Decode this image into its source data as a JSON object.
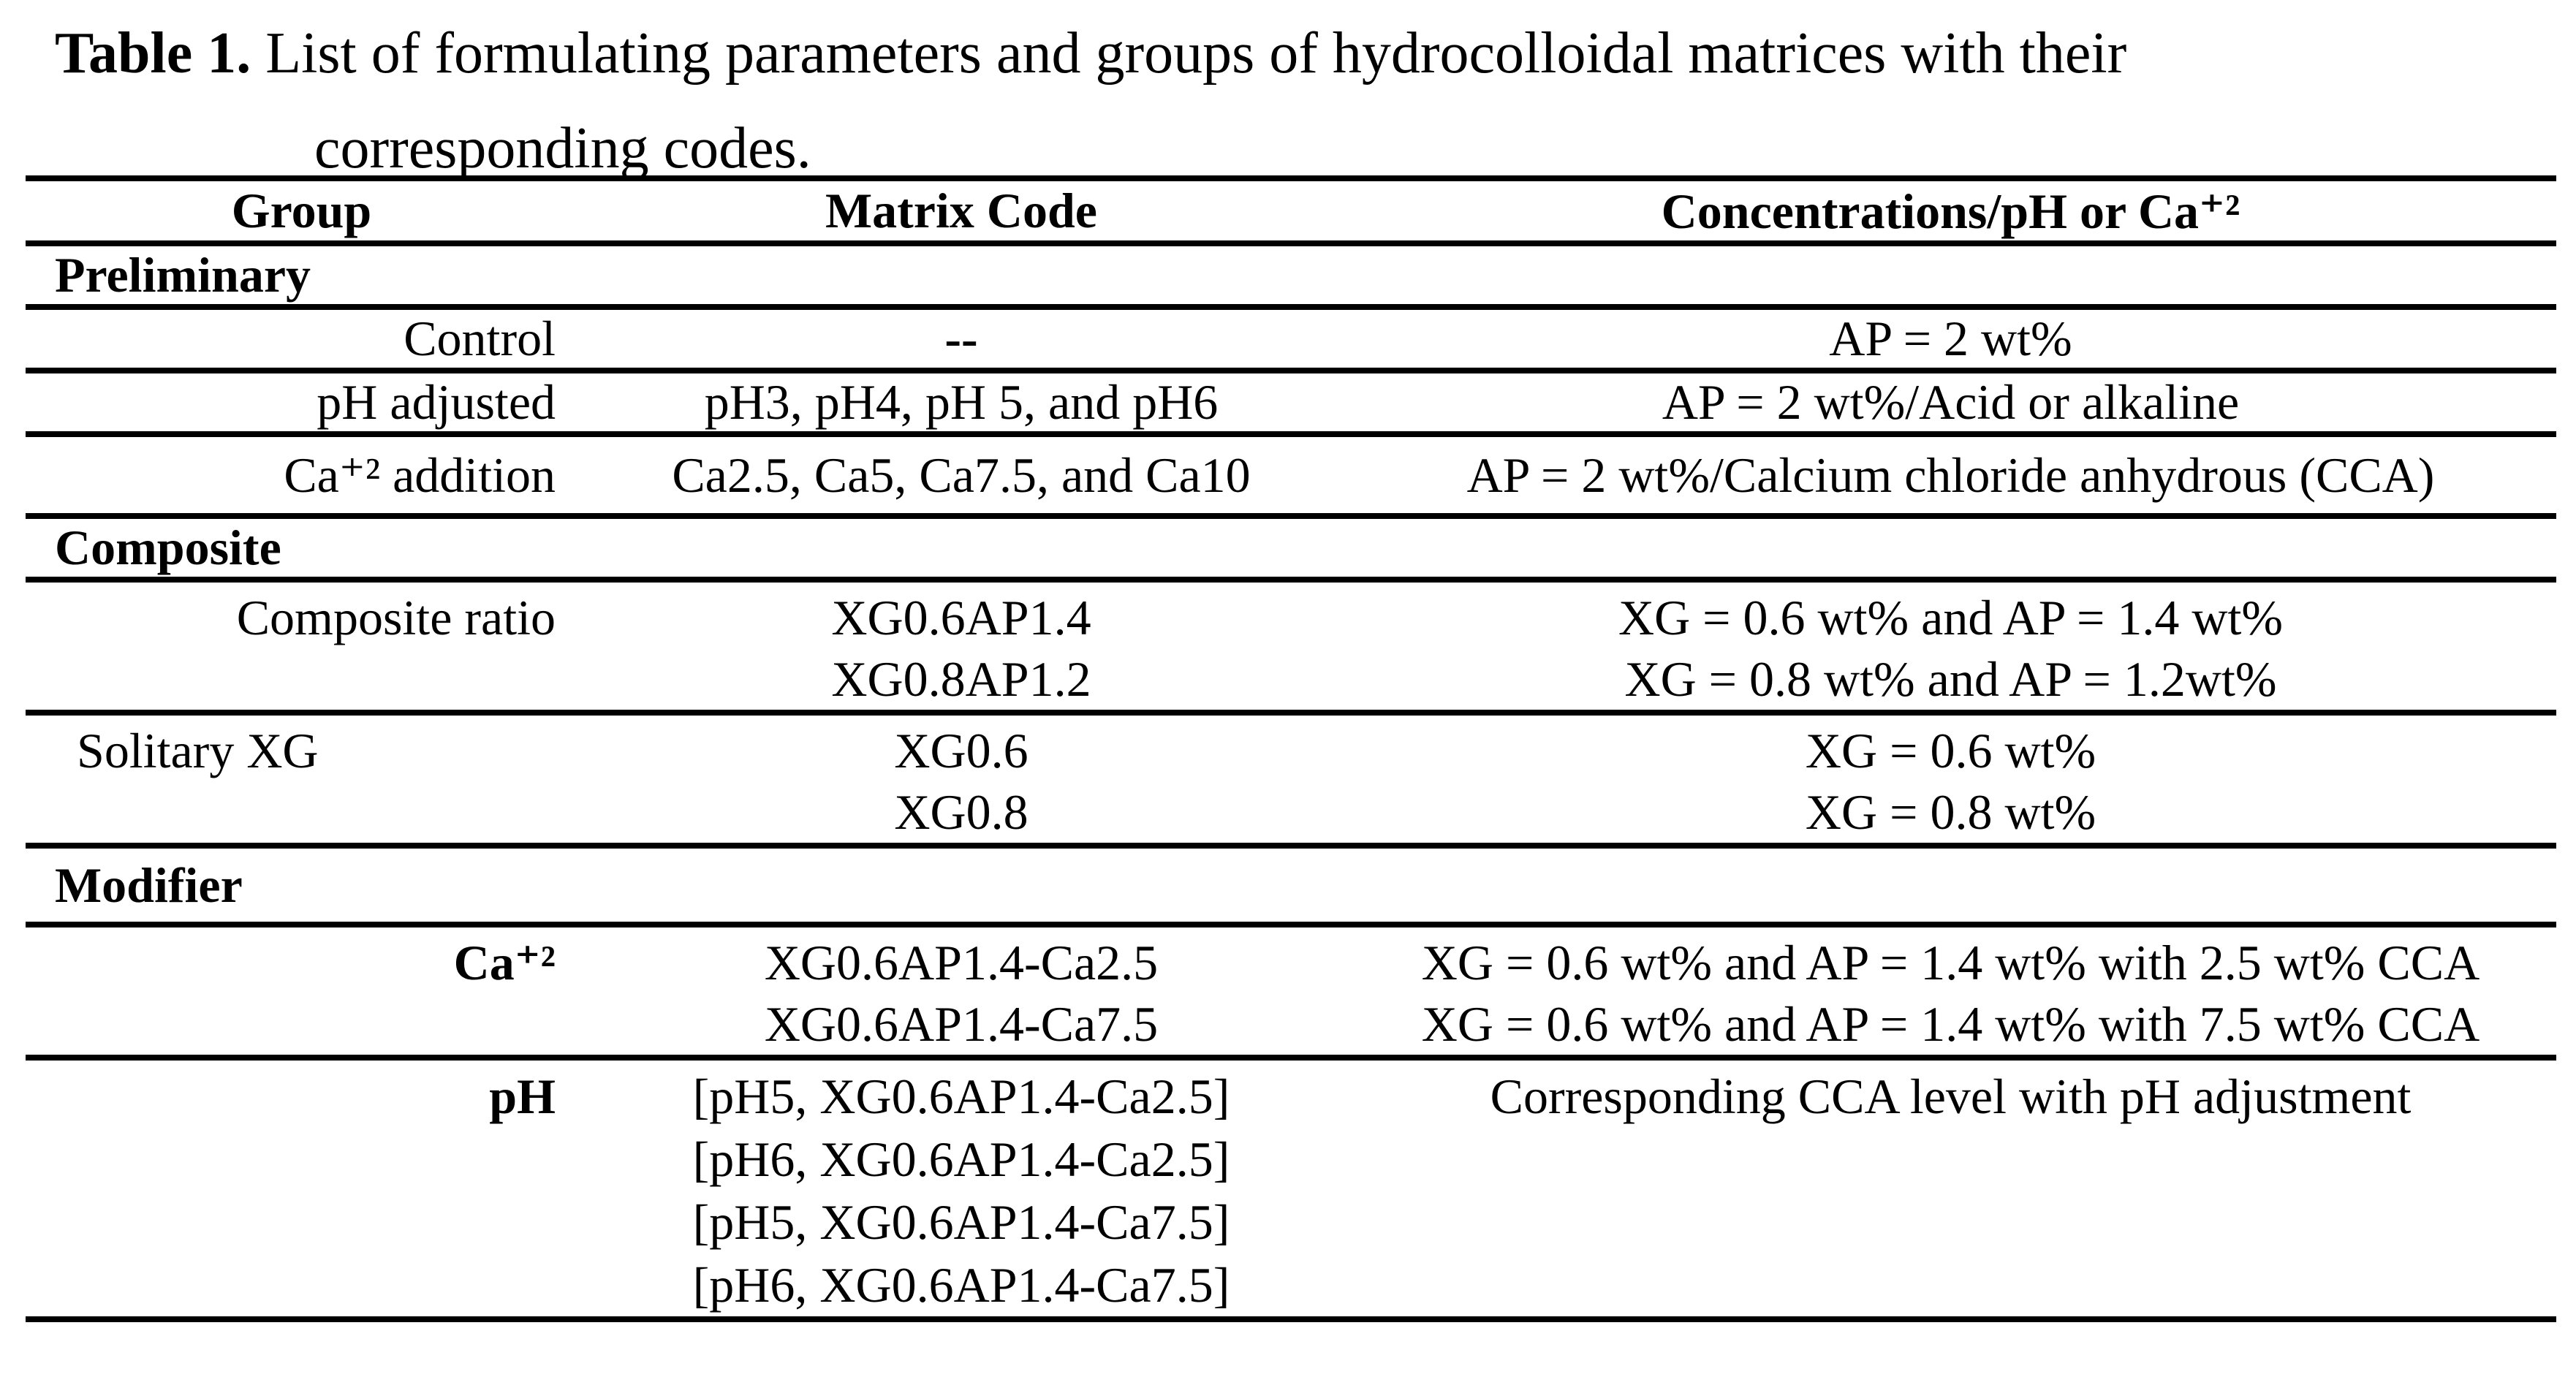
{
  "caption": {
    "label": "Table 1.",
    "line1": "List of formulating parameters and groups of hydrocolloidal matrices with their",
    "line2": "corresponding codes."
  },
  "table": {
    "columns": [
      "Group",
      "Matrix Code",
      "Concentrations/pH or Ca⁺²"
    ],
    "sections": [
      {
        "name": "Preliminary",
        "rows": [
          {
            "group": "Control",
            "codes": [
              "--"
            ],
            "conc": [
              "AP = 2 wt%"
            ]
          },
          {
            "group": "pH adjusted",
            "codes": [
              "pH3, pH4, pH 5, and pH6"
            ],
            "conc": [
              "AP = 2 wt%/Acid or alkaline"
            ]
          },
          {
            "group": "Ca⁺² addition",
            "codes": [
              "Ca2.5, Ca5, Ca7.5, and Ca10"
            ],
            "conc": [
              "AP = 2 wt%/Calcium chloride anhydrous (CCA)"
            ]
          }
        ]
      },
      {
        "name": "Composite",
        "rows": [
          {
            "group": "Composite ratio",
            "codes": [
              "XG0.6AP1.4",
              "XG0.8AP1.2"
            ],
            "conc": [
              "XG = 0.6 wt% and AP = 1.4 wt%",
              "XG = 0.8 wt% and AP = 1.2wt%"
            ]
          },
          {
            "group": "Solitary XG",
            "codes": [
              "XG0.6",
              "XG0.8"
            ],
            "conc": [
              "XG = 0.6 wt%",
              "XG = 0.8 wt%"
            ]
          }
        ]
      },
      {
        "name": "Modifier",
        "rows": [
          {
            "group": "Ca⁺²",
            "codes": [
              "XG0.6AP1.4-Ca2.5",
              "XG0.6AP1.4-Ca7.5"
            ],
            "conc": [
              "XG = 0.6 wt% and AP = 1.4 wt% with 2.5 wt% CCA",
              "XG = 0.6 wt% and AP = 1.4 wt% with 7.5 wt% CCA"
            ]
          },
          {
            "group": "pH",
            "codes": [
              "[pH5, XG0.6AP1.4-Ca2.5]",
              "[pH6, XG0.6AP1.4-Ca2.5]",
              "[pH5, XG0.6AP1.4-Ca7.5]",
              "[pH6, XG0.6AP1.4-Ca7.5]"
            ],
            "conc": [
              "Corresponding CCA level with pH adjustment"
            ]
          }
        ]
      }
    ]
  }
}
